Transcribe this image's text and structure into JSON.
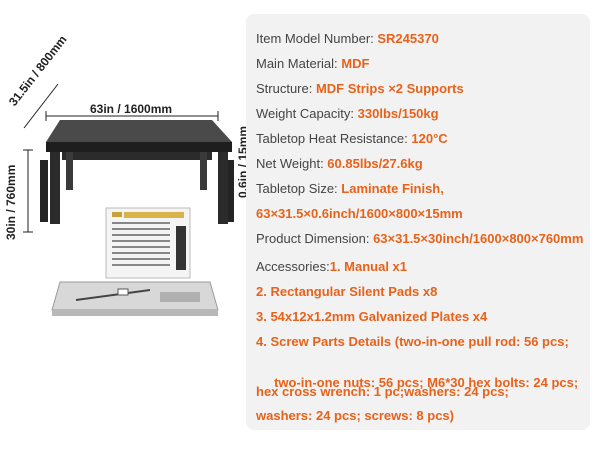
{
  "dimensions": {
    "width": "63in / 1600mm",
    "depth": "31.5in / 800mm",
    "height": "30in / 760mm",
    "thickness": "0.6in / 15mm"
  },
  "specs": {
    "model_label": "Item Model Number: ",
    "model_value": "SR245370",
    "material_label": "Main Material: ",
    "material_value": "MDF",
    "structure_label": "Structure: ",
    "structure_value": "MDF Strips ×2 Supports",
    "capacity_label": "Weight Capacity: ",
    "capacity_value": "330lbs/150kg",
    "heat_label": "Tabletop Heat Resistance: ",
    "heat_value": "120°C",
    "net_label": "Net Weight: ",
    "net_value": "60.85lbs/27.6kg",
    "tabletop_label": "Tabletop Size: ",
    "tabletop_value": "Laminate Finish,",
    "tabletop_value2": "63×31.5×0.6inch/1600×800×15mm",
    "product_label": "Product Dimension: ",
    "product_value": "63×31.5×30inch/1600×800×760mm",
    "accessories_label": "Accessories:",
    "acc1": "1. Manual x1",
    "acc2": "2. Rectangular Silent Pads x8",
    "acc3": "3. 54x12x1.2mm Galvanized Plates x4",
    "acc4_line1": "4. Screw Parts Details  (two-in-one pull rod: 56 pcs;",
    "acc4_line2": " two-in-one nuts: 56 pcs; M6*30 hex bolts: 24 pcs;",
    "acc4_line3": "hex cross wrench: 1 pc;washers: 24 pcs;",
    "acc4_line4": "washers: 24 pcs; screws: 8 pcs)"
  },
  "colors": {
    "accent": "#e8621a",
    "label": "#444444",
    "panel": "#f2f2f2",
    "table": "#2b2b2b"
  }
}
